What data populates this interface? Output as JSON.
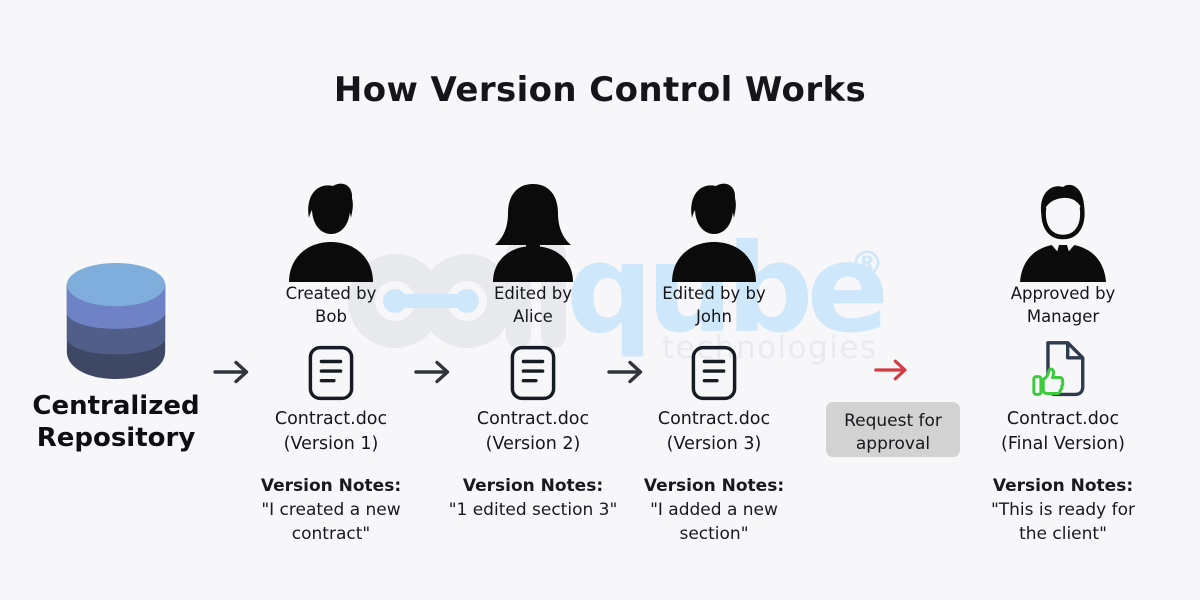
{
  "title": "How Version Control Works",
  "repository": {
    "icon": "database-cylinder-icon",
    "line1": "Centralized",
    "line2": "Repository"
  },
  "watermark": {
    "brand": "qube",
    "subtext": "technologies",
    "registered_mark": "®"
  },
  "approval": {
    "icon": "red-right-arrow-icon",
    "line1": "Request for",
    "line2": "approval"
  },
  "flow_arrows": [
    "right-arrow-icon",
    "right-arrow-icon",
    "right-arrow-icon",
    "red-right-arrow-icon"
  ],
  "steps": [
    {
      "person_icon": "male-user-silhouette-icon",
      "actor_line1": "Created by",
      "actor_line2": "Bob",
      "doc_icon": "document-text-icon",
      "doc_line1": "Contract.doc",
      "doc_line2": "(Version 1)",
      "notes_label": "Version Notes:",
      "notes_line1": "\"I created a new",
      "notes_line2": "contract\""
    },
    {
      "person_icon": "female-user-silhouette-icon",
      "actor_line1": "Edited by",
      "actor_line2": "Alice",
      "doc_icon": "document-text-icon",
      "doc_line1": "Contract.doc",
      "doc_line2": "(Version 2)",
      "notes_label": "Version Notes:",
      "notes_line1": "\"1 edited section 3\"",
      "notes_line2": ""
    },
    {
      "person_icon": "male-user-silhouette-icon",
      "actor_line1": "Edited by by",
      "actor_line2": "John",
      "doc_icon": "document-text-icon",
      "doc_line1": "Contract.doc",
      "doc_line2": "(Version 3)",
      "notes_label": "Version Notes:",
      "notes_line1": "\"I added a new",
      "notes_line2": "section\""
    },
    {
      "person_icon": "manager-suit-silhouette-icon",
      "actor_line1": "Approved by",
      "actor_line2": "Manager",
      "doc_icon": "approved-document-thumbs-up-icon",
      "doc_line1": "Contract.doc",
      "doc_line2": "(Final Version)",
      "notes_label": "Version Notes:",
      "notes_line1": "\"This is ready for",
      "notes_line2": "the client\""
    }
  ],
  "colors": {
    "background": "#f7f7f9",
    "text": "#16181c",
    "db_top": "#7faedc",
    "db_band2": "#6e82c5",
    "db_band3": "#515e89",
    "db_band4": "#3e4763",
    "arrow_black": "#30343c",
    "arrow_red": "#d23b41",
    "approval_box_bg": "#d2d2d2",
    "doc_outline": "#171c24",
    "final_doc_outline": "#2e3b4e",
    "thumbs_up_green": "#3ec93e",
    "watermark_blue": "#cfe7fa",
    "watermark_gray": "#e7e9ec"
  }
}
